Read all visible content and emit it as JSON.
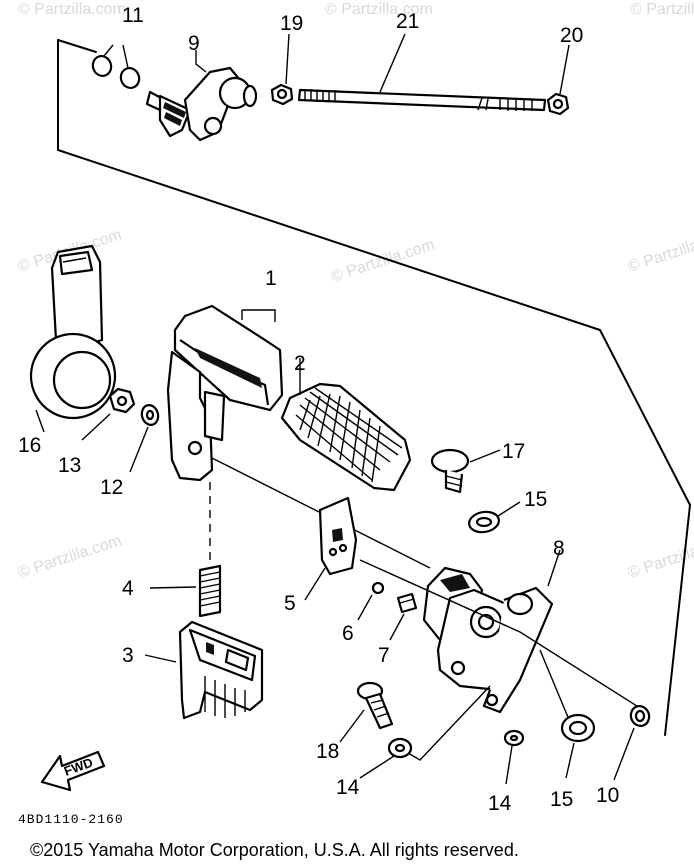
{
  "diagram": {
    "callouts": {
      "c1": "1",
      "c2": "2",
      "c3": "3",
      "c4": "4",
      "c5": "5",
      "c6": "6",
      "c7": "7",
      "c8": "8",
      "c9": "9",
      "c10": "10",
      "c11": "11",
      "c12": "12",
      "c13": "13",
      "c14a": "14",
      "c14b": "14",
      "c15a": "15",
      "c15b": "15",
      "c16": "16",
      "c17": "17",
      "c18": "18",
      "c19": "19",
      "c20": "20",
      "c21": "21"
    },
    "fwd_label": "FWD",
    "drawing_code": "4BD1110-2160",
    "copyright": "©2015 Yamaha Motor Corporation, U.S.A. All rights reserved.",
    "watermark": "© Partzilla.com"
  }
}
